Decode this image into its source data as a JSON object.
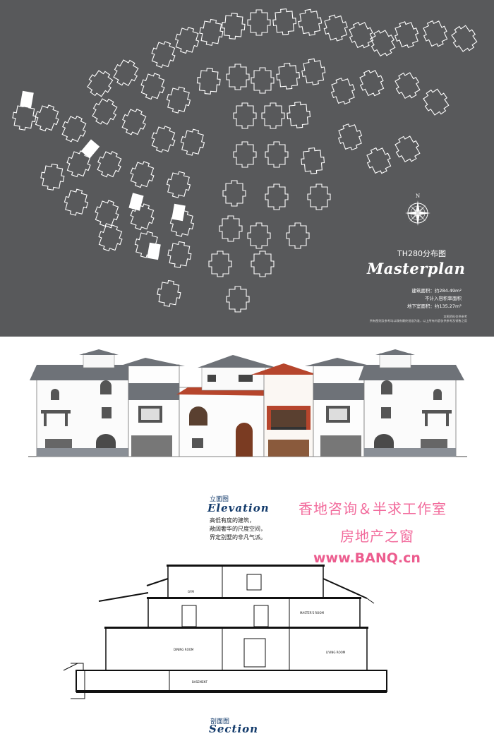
{
  "masterplan": {
    "title_cn": "TH280分布图",
    "title_en": "Masterplan",
    "info": [
      "建筑面积：约284.49m²",
      "不计入容积率面积",
      "地下室面积：约135.27m²"
    ],
    "notes": [
      "本图资料仅供参考",
      "所有图则及参考均以政府最终批准为准，以上所有内容仅供参考及销售之用"
    ]
  },
  "elevation": {
    "caption_cn": "立面图",
    "caption_en": "Elevation",
    "description": [
      "高低有度的建筑，",
      "敞阔奢华的尺度空间，",
      "界定别墅的非凡气派。"
    ]
  },
  "section": {
    "caption_cn": "剖面图",
    "caption_en": "Section",
    "room_labels": [
      "GYM",
      "MASTER'S ROOM",
      "DINING ROOM",
      "LIVING ROOM",
      "BASEMENT"
    ]
  },
  "watermark": {
    "line1": "香地咨询＆半求工作室",
    "line2": "房地产之窗",
    "url": "www.BANQ.cn"
  },
  "colors": {
    "plan_bg": "#58595b",
    "roof_red": "#b6452c",
    "roof_gray": "#6e7278",
    "watermark": "#f26b9c"
  }
}
